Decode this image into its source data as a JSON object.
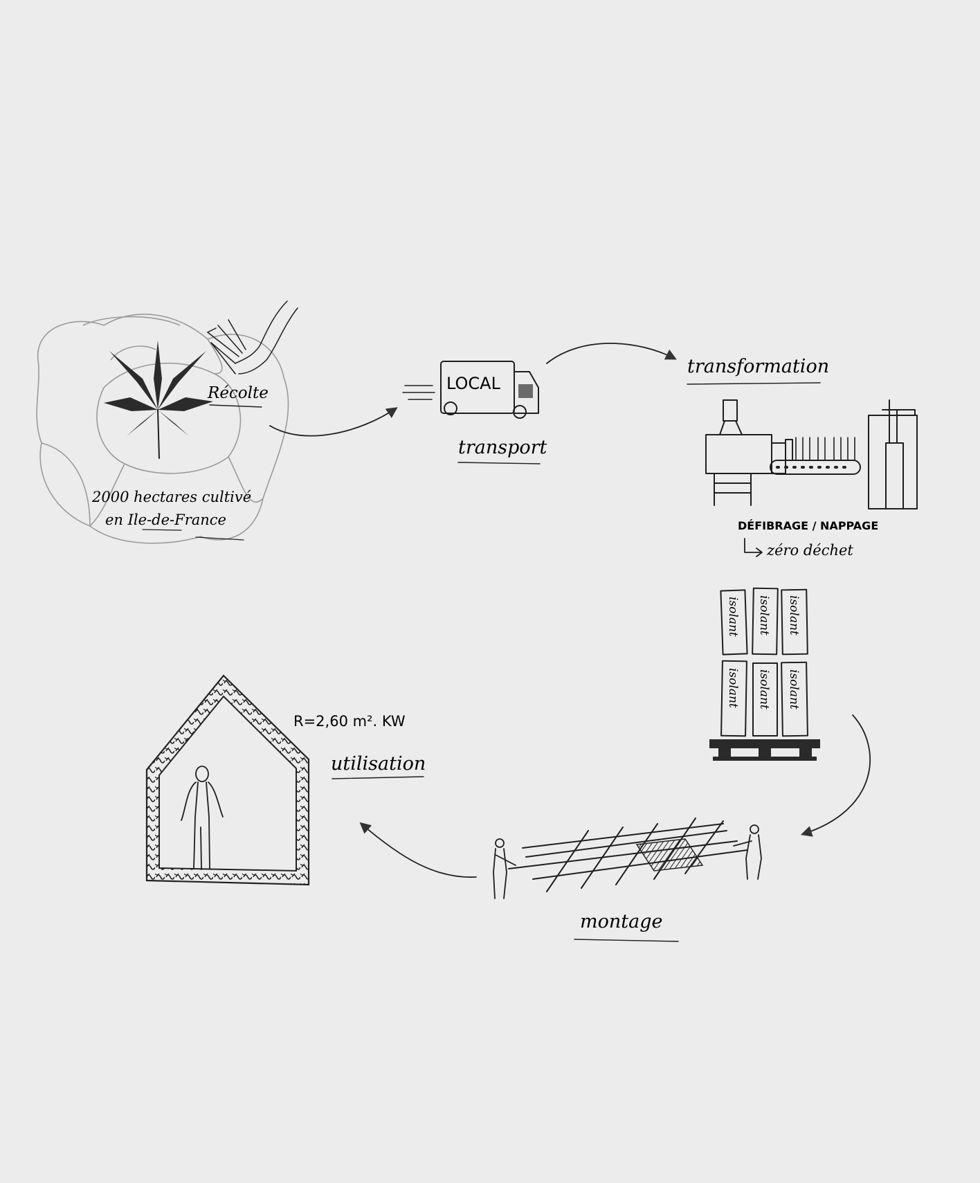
{
  "steps": {
    "recolte": {
      "label": "Récolte"
    },
    "champs": {
      "line1": "2000 hectares cultivé",
      "line2": "en Ile-de-France"
    },
    "camion": {
      "label": "LOCAL"
    },
    "transport": {
      "label": "transport"
    },
    "transformation": {
      "label": "transformation",
      "process": "DÉFIBRAGE / NAPPAGE",
      "result": "zéro déchet"
    },
    "isolant": {
      "panel_label": "isolant",
      "panels": [
        "isolant",
        "isolant",
        "isolant",
        "isolant",
        "isolant",
        "isolant"
      ]
    },
    "montage": {
      "label": "montage"
    },
    "utilisation": {
      "label": "utilisation",
      "resistance": "R=2,60 m². KW"
    }
  }
}
